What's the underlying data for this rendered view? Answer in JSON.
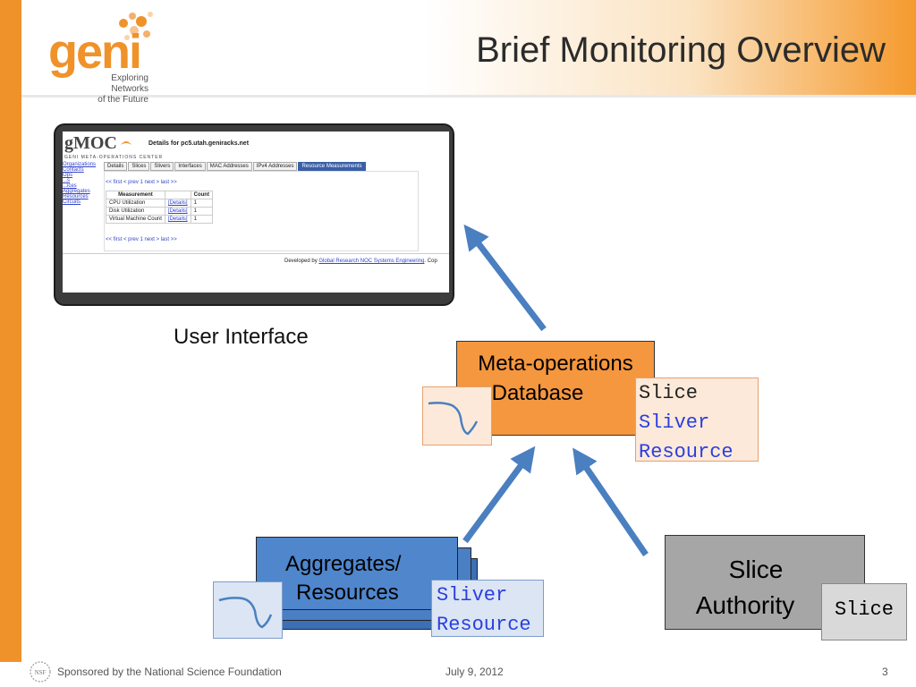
{
  "header": {
    "title": "Brief Monitoring Overview",
    "logo_word": "geni",
    "logo_tag_line1": "Exploring Networks",
    "logo_tag_line2": "of the Future"
  },
  "ui_screenshot": {
    "caption": "User Interface",
    "brand": "gMOC",
    "brand_sub": "GENI META-OPERATIONS CENTER",
    "page_heading": "Details for pc5.utah.geniracks.net",
    "sidebar": [
      "Organizations",
      "Contacts",
      "Ops",
      "...s",
      "...ices",
      "Aggregates",
      "Resources",
      "Circuits"
    ],
    "tabs": [
      "Details",
      "Slices",
      "Slivers",
      "Interfaces",
      "MAC Addresses",
      "IPv4 Addresses",
      "Resource Measurements"
    ],
    "active_tab": "Resource Measurements",
    "pager": "<< first  < prev   1   next >  last >>",
    "table_headers": [
      "Measurement",
      "",
      "Count"
    ],
    "rows": [
      {
        "measurement": "CPU Utilization",
        "link": "[Details]",
        "count": "1"
      },
      {
        "measurement": "Disk Utilization",
        "link": "[Details]",
        "count": "1"
      },
      {
        "measurement": "Virtual Machine Count",
        "link": "[Details]",
        "count": "1"
      }
    ],
    "footer_prefix": "Developed by",
    "footer_link": "Global Research NOC Systems Engineering",
    "footer_suffix": ". Cop"
  },
  "meta_ops": {
    "label_line1": "Meta-operations",
    "label_line2": "Database",
    "items": [
      "Slice",
      "Sliver",
      "Resource"
    ]
  },
  "aggregates": {
    "label_line1": "Aggregates/",
    "label_line2": "Resources",
    "items": [
      "Sliver",
      "Resource"
    ]
  },
  "slice_authority": {
    "label_line1": "Slice",
    "label_line2": "Authority",
    "item": "Slice"
  },
  "footer": {
    "sponsor": "Sponsored by the National Science Foundation",
    "date": "July 9, 2012",
    "page": "3",
    "nsf_mark": "NSF"
  },
  "colors": {
    "accent_orange": "#f0922a",
    "meta_box": "#f4973f",
    "aggregates_box": "#4f86cc",
    "authority_box": "#a6a6a6",
    "arrow": "#4a7fc0",
    "mono_blue": "#2a3fe0"
  }
}
